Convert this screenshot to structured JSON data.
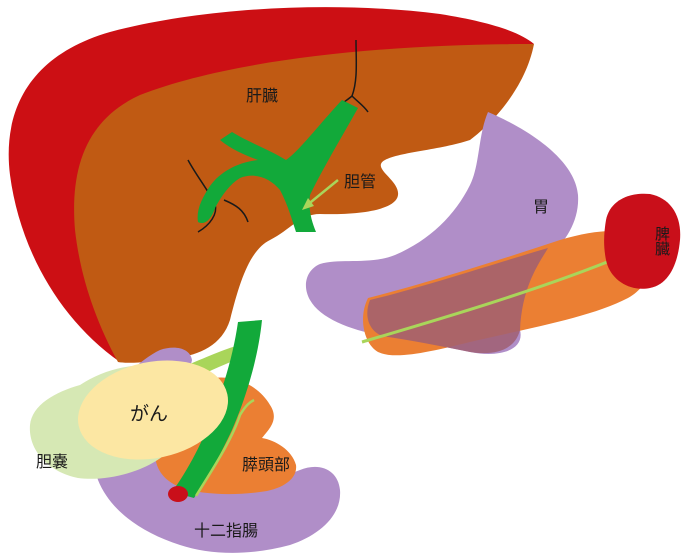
{
  "labels": {
    "liver": "肝臓",
    "bile_duct": "胆管",
    "stomach": "胃",
    "spleen": "脾臓",
    "cancer": "がん",
    "gallbladder": "胆嚢",
    "pancreas_head": "膵頭部",
    "duodenum": "十二指腸"
  },
  "colors": {
    "liver_outer": "#cc0f14",
    "liver": "#c05a13",
    "bile_duct": "#12a93a",
    "stomach": "#b08ec8",
    "pancreas": "#eb7f33",
    "spleen": "#c90f1a",
    "gallbladder": "#d6e8b4",
    "cancer": "#fce7a3",
    "duct_line": "#a9d55a"
  }
}
